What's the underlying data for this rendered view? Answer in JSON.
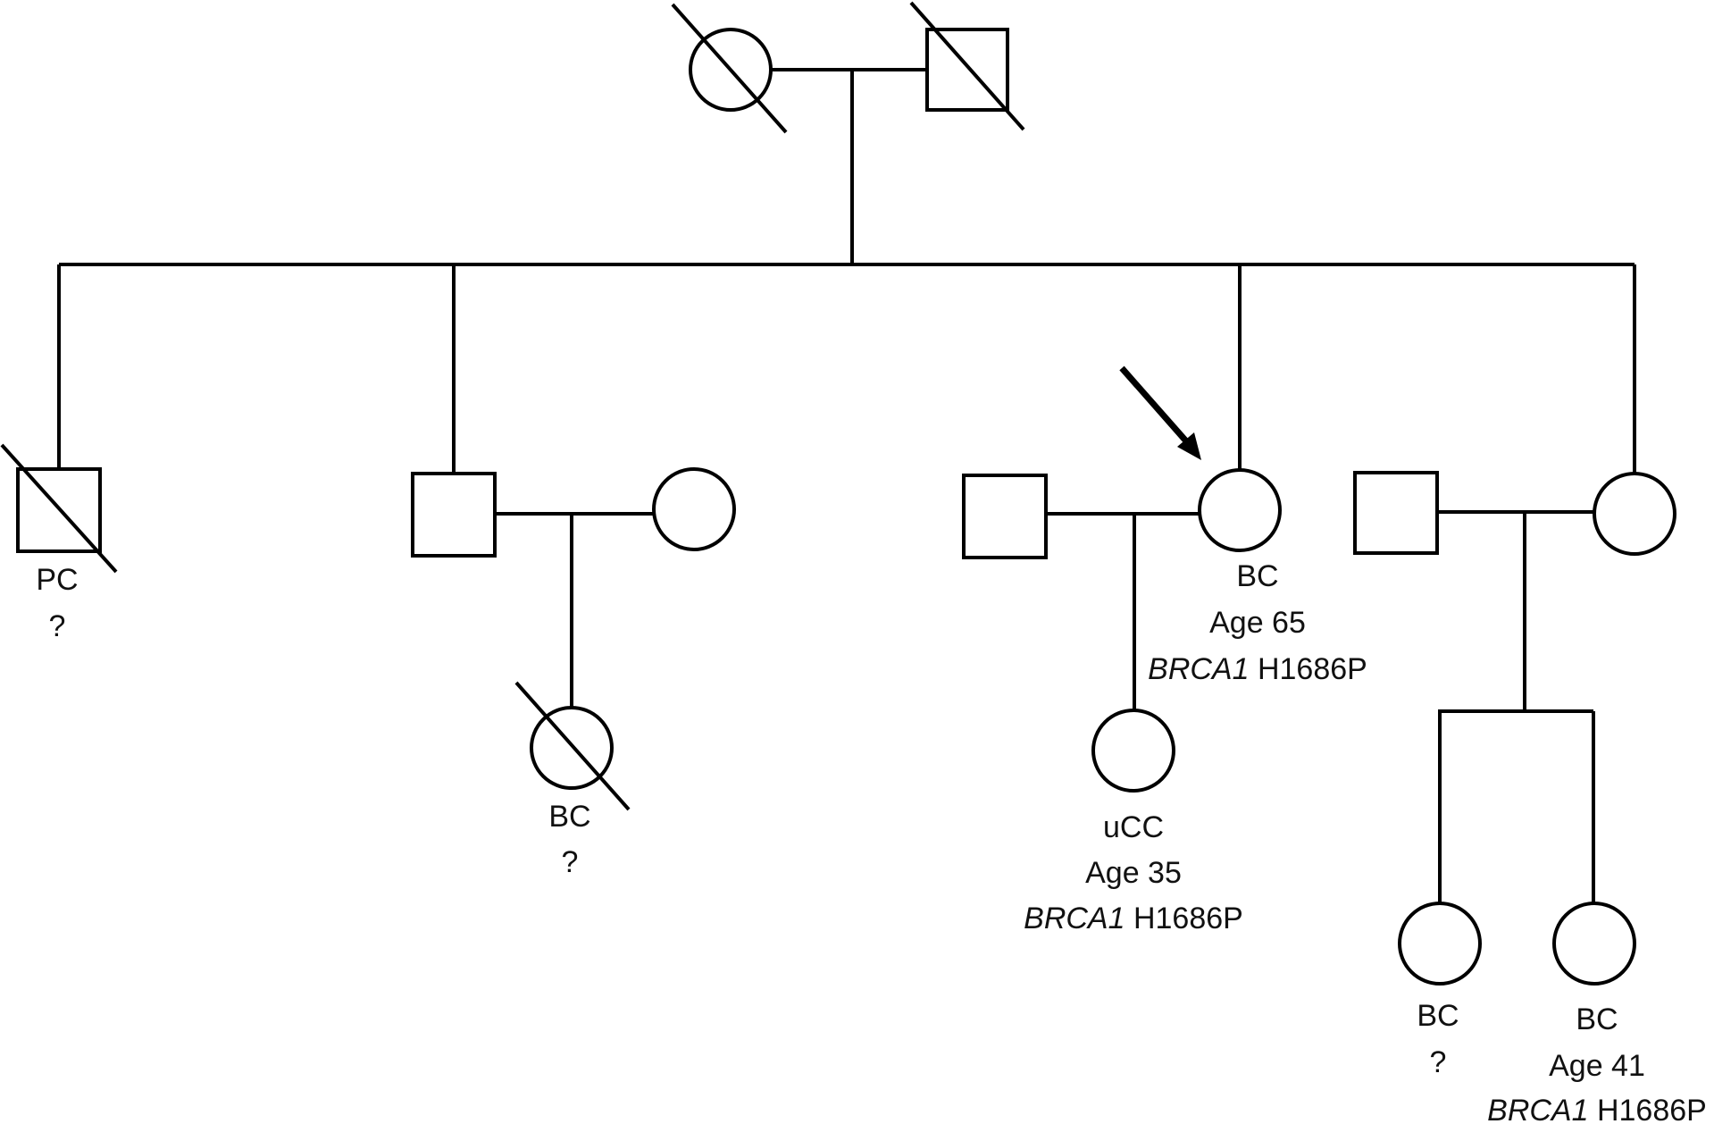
{
  "individuals": {
    "grandmother": {
      "sex": "female",
      "deceased": true,
      "labels": []
    },
    "grandfather": {
      "sex": "male",
      "deceased": true,
      "labels": []
    },
    "son1": {
      "sex": "male",
      "deceased": true,
      "labels": [
        "PC",
        "?"
      ]
    },
    "son2": {
      "sex": "male",
      "deceased": false,
      "labels": []
    },
    "son2_spouse": {
      "sex": "female",
      "deceased": false,
      "labels": []
    },
    "son2_daughter": {
      "sex": "female",
      "deceased": true,
      "labels": [
        "BC",
        "?"
      ]
    },
    "proband_spouse": {
      "sex": "male",
      "deceased": false,
      "labels": []
    },
    "proband": {
      "sex": "female",
      "deceased": false,
      "proband": true,
      "diagnosis": "BC",
      "age": "Age 65",
      "gene": "BRCA1",
      "variant": "H1686P"
    },
    "proband_daughter": {
      "sex": "female",
      "deceased": false,
      "diagnosis": "uCC",
      "age": "Age 35",
      "gene": "BRCA1",
      "variant": "H1686P"
    },
    "sister_spouse": {
      "sex": "male",
      "deceased": false,
      "labels": []
    },
    "sister": {
      "sex": "female",
      "deceased": false,
      "labels": []
    },
    "niece1": {
      "sex": "female",
      "deceased": false,
      "labels": [
        "BC",
        "?"
      ]
    },
    "niece2": {
      "sex": "female",
      "deceased": false,
      "diagnosis": "BC",
      "age": "Age 41",
      "gene": "BRCA1",
      "variant": "H1686P"
    }
  },
  "colors": {
    "stroke": "#000000",
    "text": "#111111",
    "background": "#ffffff"
  }
}
